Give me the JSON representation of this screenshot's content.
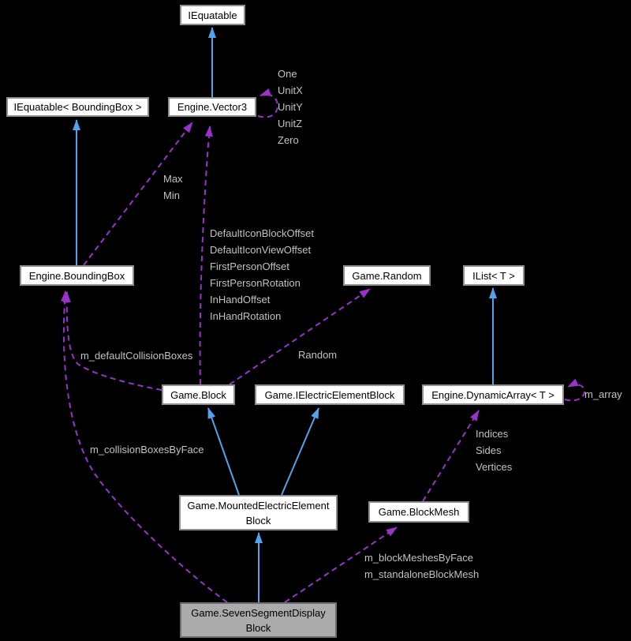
{
  "colors": {
    "background": "#000000",
    "node_fill": "#ffffff",
    "node_border": "#8f8f8f",
    "node_text": "#000000",
    "highlight_fill": "#ababab",
    "highlight_border": "#6e6e6e",
    "inheritance_arrow": "#54a1ec",
    "usage_arrow": "#9932cc",
    "edge_label_text": "#c2c2c2"
  },
  "nodes": {
    "iequatable": {
      "label": "IEquatable"
    },
    "vector3": {
      "label": "Engine.Vector3"
    },
    "iequatable_boundingbox": {
      "label": "IEquatable< BoundingBox >"
    },
    "boundingbox": {
      "label": "Engine.BoundingBox"
    },
    "random": {
      "label": "Game.Random"
    },
    "ilist_t": {
      "label": "IList< T >"
    },
    "block": {
      "label": "Game.Block"
    },
    "ielectric_element_block": {
      "label": "Game.IElectricElementBlock"
    },
    "dynamic_array_t": {
      "label": "Engine.DynamicArray< T >"
    },
    "mounted_electric_element_block": {
      "label": "Game.MountedElectricElement\nBlock"
    },
    "block_mesh": {
      "label": "Game.BlockMesh"
    },
    "seven_segment_display_block": {
      "label": "Game.SevenSegmentDisplay\nBlock"
    }
  },
  "edge_labels": {
    "vector3_self": "One\nUnitX\nUnitY\nUnitZ\nZero",
    "boundingbox_to_vector3": "Max\nMin",
    "block_to_vector3": "DefaultIconBlockOffset\nDefaultIconViewOffset\nFirstPersonOffset\nFirstPersonRotation\nInHandOffset\nInHandRotation",
    "block_to_boundingbox": "m_defaultCollisionBoxes",
    "block_to_random": "Random",
    "blockmesh_to_dynamicarray": "Indices\nSides\nVertices",
    "dynamicarray_self": "m_array",
    "sevenseg_to_boundingbox": "m_collisionBoxesByFace",
    "sevenseg_to_blockmesh": "m_blockMeshesByFace\nm_standaloneBlockMesh"
  }
}
